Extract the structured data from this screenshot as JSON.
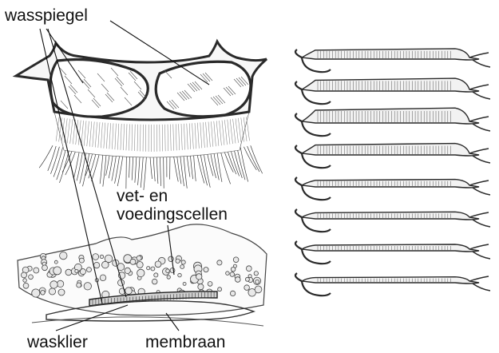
{
  "labels": {
    "wasspiegel": "wasspiegel",
    "vet_line1": "vet- en",
    "vet_line2": "voedingscellen",
    "wasklier": "wasklier",
    "membraan": "membraan"
  },
  "colors": {
    "ink": "#2a2a2a",
    "label_text": "#111111",
    "background": "#ffffff"
  },
  "right_sequence": {
    "stages": [
      {
        "relative_thickness": 0.6
      },
      {
        "relative_thickness": 0.8
      },
      {
        "relative_thickness": 1.0
      },
      {
        "relative_thickness": 0.7
      },
      {
        "relative_thickness": 0.35
      },
      {
        "relative_thickness": 0.3
      },
      {
        "relative_thickness": 0.25
      },
      {
        "relative_thickness": 0.2
      }
    ]
  }
}
